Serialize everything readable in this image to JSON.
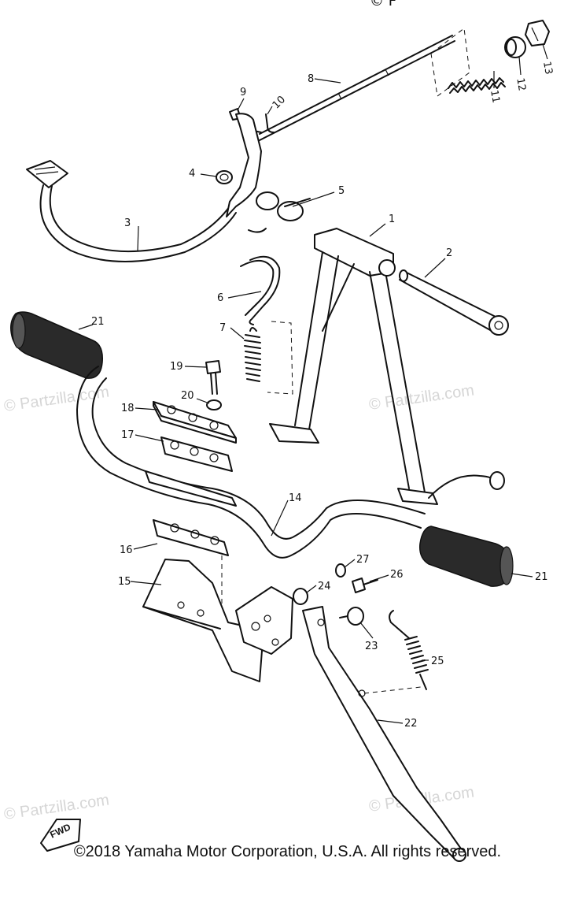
{
  "top_fragment": "© F",
  "copyright": "©2018  Yamaha Motor Corporation, U.S.A. All rights reserved.",
  "watermark": "© Partzilla.com",
  "fwd_label": "FWD",
  "callouts": [
    "1",
    "2",
    "3",
    "4",
    "5",
    "6",
    "7",
    "8",
    "9",
    "10",
    "11",
    "12",
    "13",
    "14",
    "15",
    "16",
    "17",
    "18",
    "19",
    "20",
    "21",
    "21",
    "22",
    "23",
    "24",
    "25",
    "26",
    "27"
  ]
}
